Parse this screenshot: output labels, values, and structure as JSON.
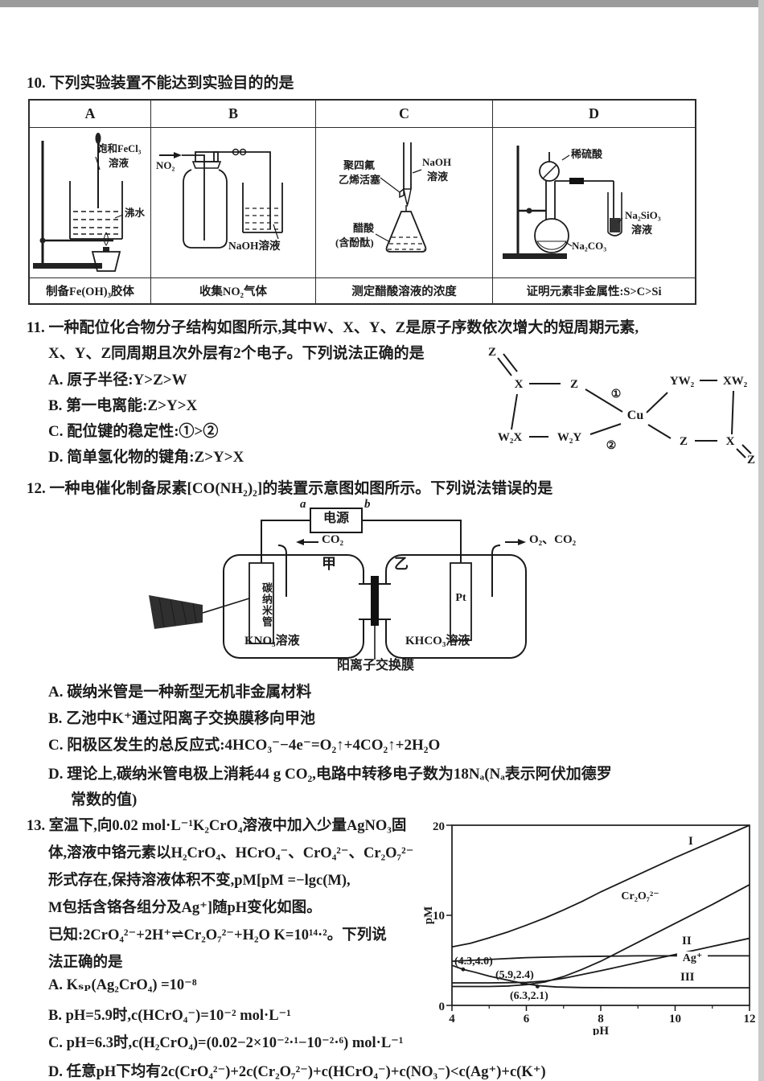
{
  "q10": {
    "number": "10.",
    "stem": "下列实验装置不能达到实验目的的是",
    "table": {
      "headers": [
        "A",
        "B",
        "C",
        "D"
      ],
      "captions": [
        "制备Fe(OH)₃胶体",
        "收集NO₂气体",
        "测定醋酸溶液的浓度",
        "证明元素非金属性:S>C>Si"
      ],
      "labels": {
        "a_reagent1": "饱和FeCl₃",
        "a_reagent2": "溶液",
        "a_water": "沸水",
        "b_gas": "NO₂",
        "b_solution": "NaOH溶液",
        "c_titrant1": "NaOH",
        "c_titrant2": "溶液",
        "c_stopcock1": "聚四氟",
        "c_stopcock2": "乙烯活塞",
        "c_analyte1": "醋酸",
        "c_analyte2": "(含酚酞)",
        "d_acid": "稀硫酸",
        "d_flask": "Na₂CO₃",
        "d_tube1": "Na₂SiO₃",
        "d_tube2": "溶液"
      }
    }
  },
  "q11": {
    "number": "11.",
    "stem1": "一种配位化合物分子结构如图所示,其中W、X、Y、Z是原子序数依次增大的短周期元素,",
    "stem2": "X、Y、Z同周期且次外层有2个电子。下列说法正确的是",
    "options": [
      "A. 原子半径:Y>Z>W",
      "B. 第一电离能:Z>Y>X",
      "C. 配位键的稳定性:①>②",
      "D. 简单氢化物的键角:Z>Y>X"
    ],
    "structure": {
      "center": "Cu",
      "coord1": "①",
      "coord2": "②",
      "tl_o": "Z",
      "tl_c": "X",
      "tl_o2": "Z",
      "bl_c": "W₂X",
      "bl_n": "W₂Y",
      "tr_n": "YW₂",
      "tr_c": "XW₂",
      "br_o": "Z",
      "br_c": "X",
      "br_o2": "Z"
    }
  },
  "q12": {
    "number": "12.",
    "stem": "一种电催化制备尿素[CO(NH₂)₂]的装置示意图如图所示。下列说法错误的是",
    "device": {
      "power": "电源",
      "terminal_a": "a",
      "terminal_b": "b",
      "left_gas": "CO₂",
      "right_gas": "O₂、CO₂",
      "left_cell": "甲",
      "right_cell": "乙",
      "left_electrode": "碳纳米管",
      "right_electrode": "Pt",
      "left_solution": "KNO₃溶液",
      "right_solution": "KHCO₃溶液",
      "membrane": "阳离子交换膜"
    },
    "options": [
      "A. 碳纳米管是一种新型无机非金属材料",
      "B. 乙池中K⁺通过阳离子交换膜移向甲池",
      "C. 阳极区发生的总反应式:4HCO₃⁻−4e⁻=O₂↑+4CO₂↑+2H₂O",
      "D. 理论上,碳纳米管电极上消耗44 g CO₂,电路中转移电子数为18Nₐ(Nₐ表示阿伏加德罗",
      "常数的值)"
    ]
  },
  "q13": {
    "number": "13.",
    "stem_lines": [
      "室温下,向0.02 mol·L⁻¹K₂CrO₄溶液中加入少量AgNO₃固",
      "体,溶液中铬元素以H₂CrO₄、HCrO₄⁻、CrO₄²⁻、Cr₂O₇²⁻",
      "形式存在,保持溶液体积不变,pM[pM =−lgc(M),",
      "M包括含铬各组分及Ag⁺]随pH变化如图。",
      "已知:2CrO₄²⁻+2H⁺⇌Cr₂O₇²⁻+H₂O  K=10¹⁴·²。下列说",
      "法正确的是"
    ],
    "options": [
      "A. Kₛₚ(Ag₂CrO₄) =10⁻⁸",
      "B. pH=5.9时,c(HCrO₄⁻)=10⁻² mol·L⁻¹",
      "C. pH=6.3时,c(H₂CrO₄)=(0.02−2×10⁻²·¹−10⁻²·⁶) mol·L⁻¹",
      "D. 任意pH下均有2c(CrO₄²⁻)+2c(Cr₂O₇²⁻)+c(HCrO₄⁻)+c(NO₃⁻)<c(Ag⁺)+c(K⁺)"
    ],
    "chart_data": {
      "type": "line",
      "xlabel": "pH",
      "ylabel": "pM",
      "xlim": [
        4,
        12
      ],
      "ylim": [
        0,
        20
      ],
      "x_ticks": [
        4,
        6,
        8,
        10,
        12
      ],
      "y_ticks": [
        0,
        10,
        20
      ],
      "grid": false,
      "legend_position": "inline-labels",
      "series": [
        {
          "name": "I",
          "x": [
            4,
            4.5,
            5,
            5.5,
            6,
            6.5,
            7,
            7.5,
            8,
            9,
            10,
            11,
            12
          ],
          "y": [
            6.5,
            6.9,
            7.5,
            8.15,
            8.9,
            9.7,
            10.6,
            11.55,
            12.6,
            14.5,
            16.4,
            18.2,
            20
          ]
        },
        {
          "name": "Cr₂O₇²⁻",
          "x": [
            4,
            5,
            5.5,
            6,
            6.5,
            7,
            7.5,
            8,
            9,
            10,
            11,
            12
          ],
          "y": [
            2.1,
            2.1,
            2.15,
            2.3,
            2.6,
            3.2,
            4.0,
            4.9,
            7.0,
            9.1,
            11.2,
            13.4
          ]
        },
        {
          "name": "II",
          "x": [
            4,
            5,
            6,
            6.5,
            7,
            8,
            9,
            10,
            11,
            12
          ],
          "y": [
            2.5,
            2.5,
            2.55,
            2.7,
            3.0,
            3.85,
            4.75,
            5.65,
            6.55,
            7.45
          ]
        },
        {
          "name": "Ag⁺",
          "x": [
            4,
            5,
            6,
            7,
            8,
            9,
            10,
            11,
            12
          ],
          "y": [
            4.9,
            5.1,
            5.3,
            5.4,
            5.45,
            5.5,
            5.5,
            5.5,
            5.5
          ]
        },
        {
          "name": "III",
          "x": [
            4,
            4.3,
            4.6,
            5,
            5.5,
            5.9,
            6.3,
            6.8,
            7.5,
            9,
            12
          ],
          "y": [
            4.45,
            4.0,
            3.7,
            3.25,
            2.8,
            2.45,
            2.2,
            2.05,
            1.98,
            1.95,
            1.95
          ]
        }
      ],
      "annotated_points": [
        {
          "label": "(4.3,4.0)",
          "x": 4.3,
          "y": 4.0
        },
        {
          "label": "(5.9,2.4)",
          "x": 5.9,
          "y": 2.4
        },
        {
          "label": "(6.3,2.1)",
          "x": 6.3,
          "y": 2.1
        }
      ]
    }
  }
}
